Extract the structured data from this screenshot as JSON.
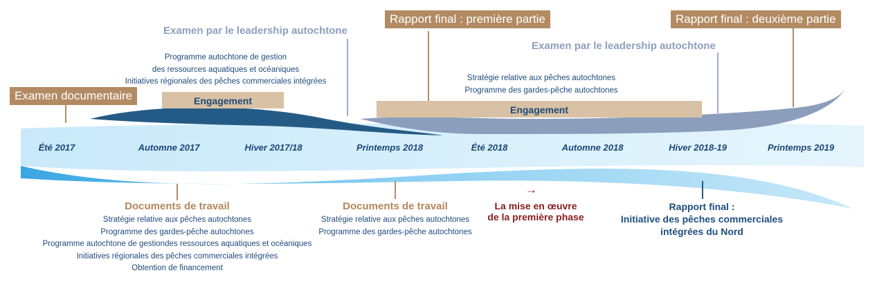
{
  "seasons": [
    "Été 2017",
    "Automne 2017",
    "Hiver 2017/18",
    "Printemps 2018",
    "Été 2018",
    "Automne 2018",
    "Hiver 2018-19",
    "Printemps 2019"
  ],
  "tags": {
    "desk_review": "Examen documentaire",
    "final_report_1": "Rapport final : première partie",
    "final_report_2": "Rapport final : deuxième partie"
  },
  "reviews": {
    "review_1": "Examen par le leadership autochtone",
    "review_2": "Examen par le leadership autochtone"
  },
  "engagement": {
    "first_label": "Engagement",
    "second_label": "Engagement"
  },
  "top_notes": {
    "group_1": [
      "Programme autochtone de gestion",
      "des ressources aquatiques et océaniques",
      "Initiatives régionales des pêches commerciales intégrées"
    ],
    "group_2": [
      "Stratégie relative aux pêches autochtones",
      "Programme des gardes-pêche autochtones"
    ]
  },
  "working_docs_1": {
    "title": "Documents de travail",
    "items": [
      "Stratégie relative aux pêches autochtones",
      "Programme des gardes-pêche autochtones",
      "Programme autochtone de gestiondes ressources aquatiques et océaniques",
      "Initiatives régionales des pêches commerciales intégrées",
      "Obtention de financement"
    ]
  },
  "working_docs_2": {
    "title": "Documents de travail",
    "items": [
      "Stratégie relative aux pêches autochtones",
      "Programme des gardes-pêche autochtones"
    ]
  },
  "implementation": {
    "arrow": "→",
    "lines": [
      "La mise en œuvre",
      "de la première phase"
    ]
  },
  "final_report_north": {
    "lines": [
      "Rapport final :",
      "Initiative des pêches commerciales",
      "intégrées du Nord"
    ]
  },
  "colors": {
    "tan": "#b28b63",
    "engagement_fill": "#d8c1a4",
    "light_blue": "#bfe3f7",
    "mid_blue": "#4aaee6",
    "dark_blue": "#1e5a85",
    "slate_blue": "#8d9fbd",
    "maroon": "#8a1b1b"
  }
}
